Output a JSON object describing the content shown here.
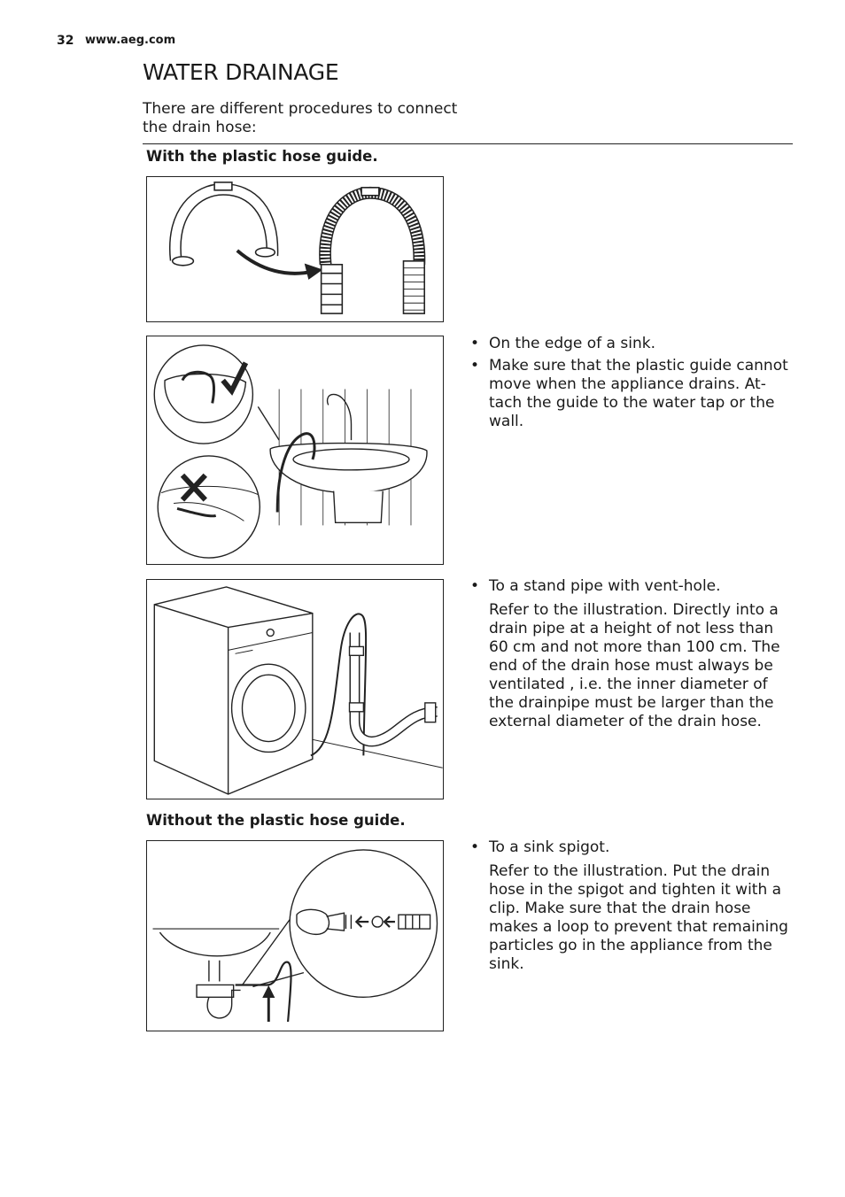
{
  "header": {
    "page_number": "32",
    "url": "www.aeg.com"
  },
  "section": {
    "title": "WATER DRAINAGE",
    "intro": "There are different procedures to connect the drain hose:"
  },
  "with_guide": {
    "heading": "With the plastic hose guide.",
    "sink_edge": {
      "bullets": [
        "On the edge of a sink.",
        "Make sure that the plastic guide cannot move when the appliance drains. At-tach the guide to the water tap or the wall."
      ]
    },
    "stand_pipe": {
      "bullet": "To a stand pipe with vent-hole.",
      "paragraph": "Refer to the illustration. Directly into a drain pipe at a height of not less than 60 cm and not more than 100 cm. The end of the drain hose must always be ventilated , i.e. the inner diameter of the drainpipe must be larger than the external diameter of the drain hose."
    }
  },
  "without_guide": {
    "heading": "Without the plastic hose guide.",
    "sink_spigot": {
      "bullet": "To a sink spigot.",
      "paragraph": "Refer to the illustration. Put the drain hose in the spigot and tighten it with a clip. Make sure that the drain hose makes a loop to prevent that remaining particles go in the appliance from the sink."
    }
  },
  "icons": [
    "check-mark-icon",
    "cross-mark-icon",
    "arrow-icon"
  ],
  "colors": {
    "text": "#1a1a1a",
    "line": "#222222"
  }
}
